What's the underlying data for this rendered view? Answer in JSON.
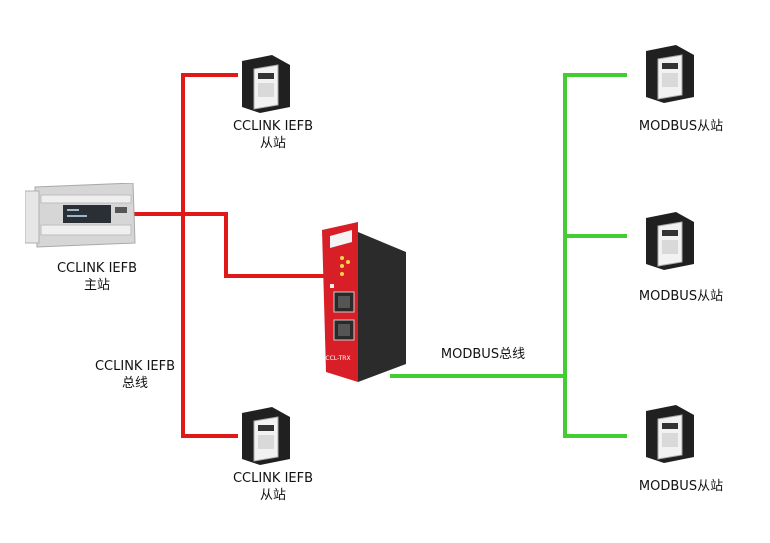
{
  "colors": {
    "cclink_bus": "#e01818",
    "modbus_bus": "#44cc33",
    "gateway_body": "#d81e26",
    "gateway_side": "#2b2b2b",
    "slave_body": "#202020",
    "slave_panel": "#f2f2f2",
    "plc_body": "#dcdcdc"
  },
  "icons": {
    "plc": "plc-master-icon",
    "gateway": "gateway-icon",
    "slave": "drive-slave-icon"
  },
  "master": {
    "line1": "CCLINK IEFB",
    "line2": "主站"
  },
  "cclink_bus_label": {
    "line1": "CCLINK IEFB",
    "line2": "总线"
  },
  "cclink_slaves": [
    {
      "line1": "CCLINK IEFB",
      "line2": "从站"
    },
    {
      "line1": "CCLINK IEFB",
      "line2": "从站"
    }
  ],
  "modbus_bus_label": "MODBUS总线",
  "modbus_slaves": [
    {
      "label": "MODBUS从站"
    },
    {
      "label": "MODBUS从站"
    },
    {
      "label": "MODBUS从站"
    }
  ],
  "gateway": {
    "model_text": "CCL-TRX"
  }
}
